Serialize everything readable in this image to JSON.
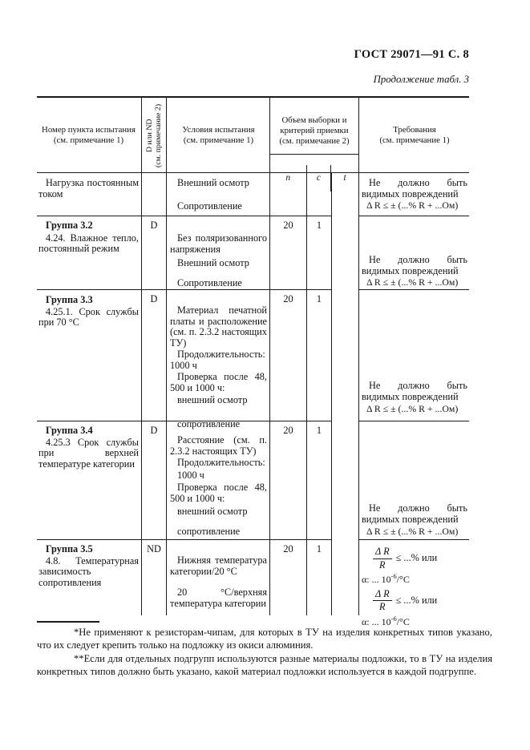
{
  "header": {
    "doc_ref": "ГОСТ 29071—91 С. 8",
    "continuation": "Продолжение табл. 3"
  },
  "table": {
    "head": {
      "test_number": "Номер пункта испытания\n(см. примечание 1)",
      "d_or_nd": "D или ND\n(см. примечание 2)",
      "conditions": "Условия испытания\n(см. примечание 1)",
      "sample": "Объем выборки и\nкритерий приемки\n(см. примечание 2)",
      "n": "n",
      "c": "c",
      "t": "t",
      "requirements": "Требования\n(см. примечание 1)"
    },
    "rows": [
      {
        "group": "",
        "clause": "Нагрузка постоянным током",
        "d_nd": "",
        "n": "",
        "c": "",
        "t": "",
        "conditions": [
          "Внешний осмотр",
          "Сопротивление"
        ],
        "req_damage": "Не должно быть видимых повреждений",
        "req_formula": "Δ R ≤ ± (...% R + ...Ом)"
      },
      {
        "group": "Группа 3.2",
        "clause": "4.24. Влажное тепло, постоянный режим",
        "d_nd": "D",
        "n": "20",
        "c": "1",
        "t": "",
        "conditions": [
          "Без поляризованного напряжения",
          "Внешний осмотр",
          "Сопротивление"
        ],
        "req_damage": "Не должно быть видимых повреждений",
        "req_formula": "Δ R ≤ ± (...% R + ...Ом)"
      },
      {
        "group": "Группа 3.3",
        "clause": "4.25.1. Срок службы при 70 °С",
        "d_nd": "D",
        "n": "20",
        "c": "1",
        "t": "",
        "conditions": [
          "Материал печатной платы и расположение (см. п. 2.3.2 настоящих ТУ)",
          "Продолжительность: 1000 ч",
          "Проверка после 48, 500 и 1000 ч:",
          "внешний осмотр",
          "сопротивление"
        ],
        "req_damage": "Не должно быть видимых повреждений",
        "req_formula": "Δ R ≤ ± (...% R + ...Ом)"
      },
      {
        "group": "Группа 3.4",
        "clause": "4.25.3 Срок службы при верхней температуре категории",
        "d_nd": "D",
        "n": "20",
        "c": "1",
        "t": "",
        "conditions": [
          "Расстояние (см. п. 2.3.2 настоящих ТУ)",
          "Продолжительность:",
          "1000 ч",
          "Проверка после 48, 500 и 1000 ч:",
          "внешний осмотр",
          "сопротивление"
        ],
        "req_damage": "Не должно быть видимых повреждений",
        "req_formula": "Δ R ≤ ± (...% R + ...Ом)"
      },
      {
        "group": "Группа 3.5",
        "clause": "4.8. Температурная зависимость сопротивления",
        "d_nd": "ND",
        "n": "20",
        "c": "1",
        "t": "",
        "conditions": [
          "Нижняя температура категории/20 °С",
          "20 °С/верхняя температура категории"
        ],
        "temp_formula": {
          "num": "Δ R",
          "den": "R",
          "tail": "≤ ...% или",
          "alpha_base": "α: ... 10",
          "alpha_exp": "-6",
          "alpha_unit": "/°С"
        }
      }
    ]
  },
  "footnotes": {
    "first": "*Не применяют к резисторам-чипам, для которых в ТУ на изделия конкретных типов указано, что их следует крепить только на подложку из окиси алюминия.",
    "second": "**Если для отдельных подгрупп используются разные материалы подложки, то в ТУ на изделия конкретных типов должно быть указано, какой материал подложки используется в каждой подгруппе."
  }
}
